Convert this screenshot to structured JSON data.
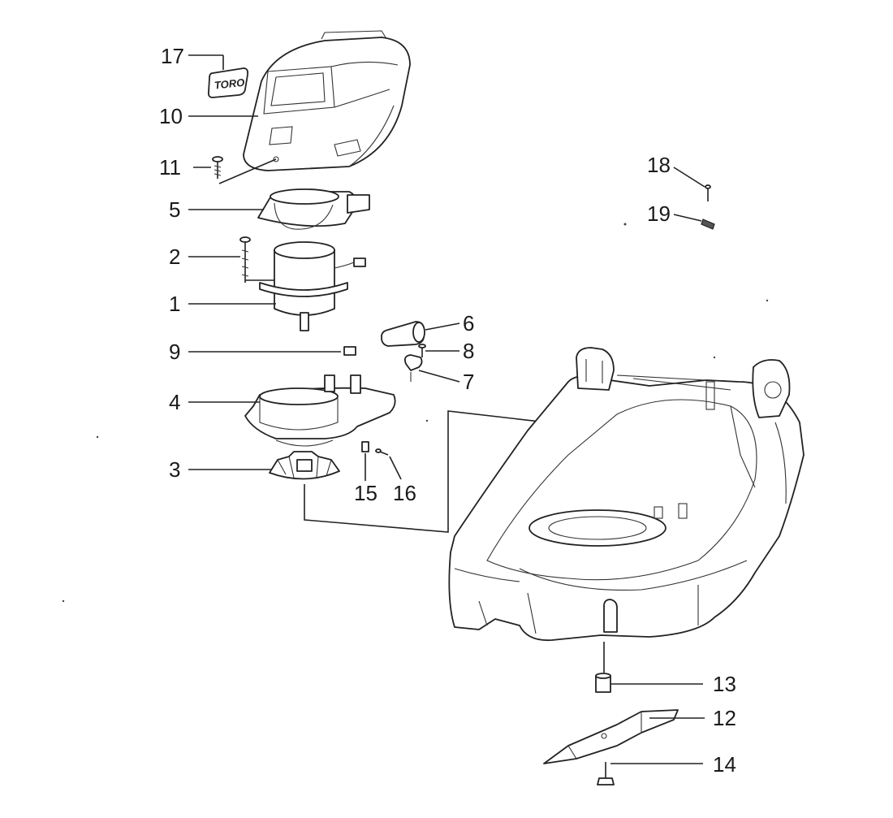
{
  "diagram": {
    "callouts": [
      {
        "id": "17",
        "label": "17"
      },
      {
        "id": "10",
        "label": "10"
      },
      {
        "id": "11",
        "label": "11"
      },
      {
        "id": "5",
        "label": "5"
      },
      {
        "id": "2",
        "label": "2"
      },
      {
        "id": "1",
        "label": "1"
      },
      {
        "id": "9",
        "label": "9"
      },
      {
        "id": "4",
        "label": "4"
      },
      {
        "id": "3",
        "label": "3"
      },
      {
        "id": "6",
        "label": "6"
      },
      {
        "id": "8",
        "label": "8"
      },
      {
        "id": "7",
        "label": "7"
      },
      {
        "id": "15",
        "label": "15"
      },
      {
        "id": "16",
        "label": "16"
      },
      {
        "id": "18",
        "label": "18"
      },
      {
        "id": "19",
        "label": "19"
      },
      {
        "id": "13",
        "label": "13"
      },
      {
        "id": "12",
        "label": "12"
      },
      {
        "id": "14",
        "label": "14"
      }
    ],
    "decal_text": "TORO"
  }
}
